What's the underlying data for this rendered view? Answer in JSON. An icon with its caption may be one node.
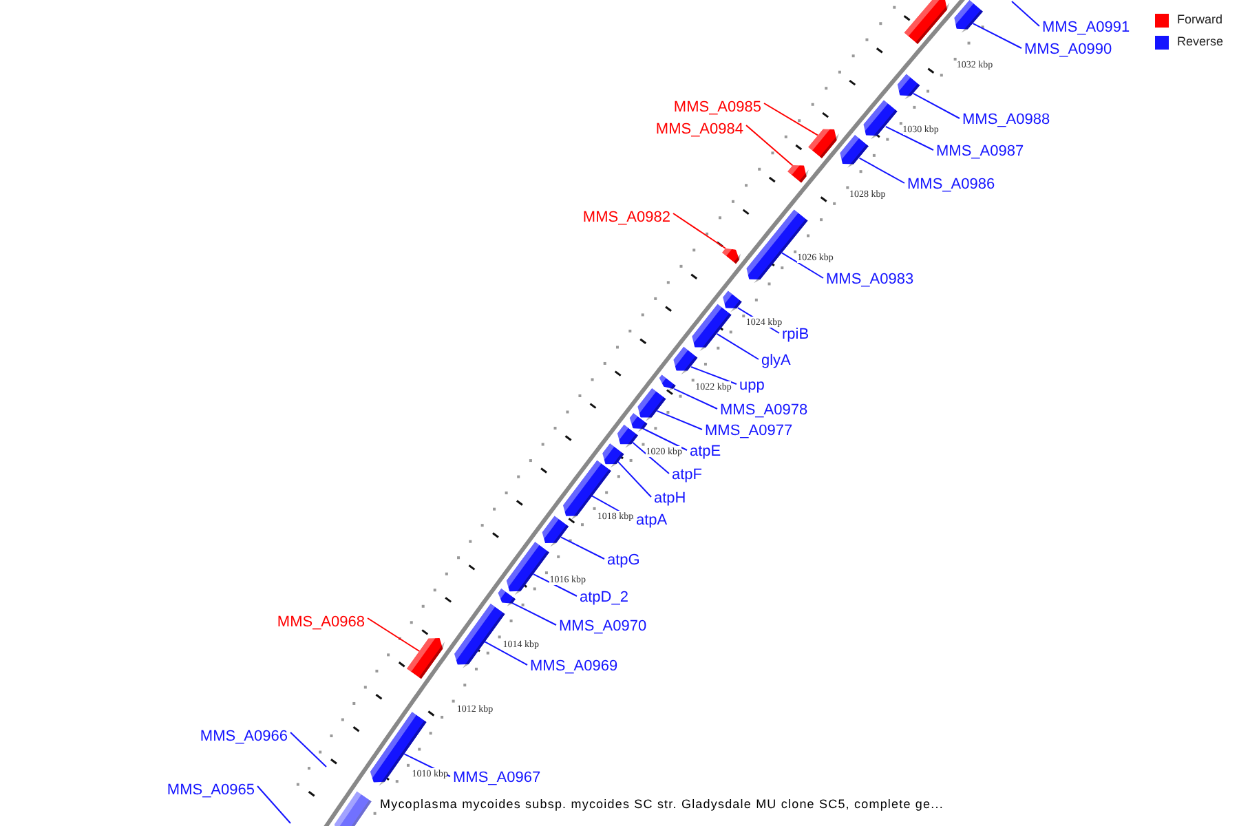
{
  "diagram": {
    "caption": "Mycoplasma mycoides subsp. mycoides SC str. Gladysdale MU clone SC5, complete ge...",
    "nodes": [
      {
        "text": [
          "MMS_A0991"
        ]
      },
      {
        "text": [
          "MMS_A0990"
        ]
      },
      {
        "text": [
          "MMS_A0985"
        ]
      },
      {
        "text": [
          "MMS_A0988"
        ]
      },
      {
        "text": [
          "MMS_A0984"
        ]
      },
      {
        "text": [
          "MMS_A0987"
        ]
      },
      {
        "text": [
          "MMS_A0986"
        ]
      },
      {
        "text": [
          "MMS_A0982"
        ]
      },
      {
        "text": [
          "MMS_A0983"
        ]
      },
      {
        "text": [
          "rpiB"
        ]
      },
      {
        "text": [
          "glyA"
        ]
      },
      {
        "text": [
          "upp"
        ]
      },
      {
        "text": [
          "MMS_A0978"
        ]
      },
      {
        "text": [
          "MMS_A0977"
        ]
      },
      {
        "text": [
          "atpE"
        ]
      },
      {
        "text": [
          "atpF"
        ]
      },
      {
        "text": [
          "atpH"
        ]
      },
      {
        "text": [
          "atpA"
        ]
      },
      {
        "text": [
          "atpG"
        ]
      },
      {
        "text": [
          "atpD_2"
        ]
      },
      {
        "text": [
          "MMS_A0968"
        ]
      },
      {
        "text": [
          "MMS_A0970"
        ]
      },
      {
        "text": [
          "MMS_A0969"
        ]
      },
      {
        "text": [
          "MMS_A0966"
        ]
      },
      {
        "text": [
          "MMS_A0967"
        ]
      },
      {
        "text": [
          "MMS_A0965"
        ]
      },
      {
        "text": [],
        "shape": "bar"
      },
      {
        "text": [],
        "shape": "bar"
      },
      {
        "text": [],
        "shape": "bar"
      },
      {
        "text": [],
        "shape": "bar"
      },
      {
        "text": [],
        "shape": "bar"
      },
      {
        "text": [],
        "shape": "bar"
      },
      {
        "text": [],
        "shape": "bar"
      },
      {
        "text": [],
        "shape": "bar"
      },
      {
        "text": [],
        "shape": "bar"
      },
      {
        "text": [],
        "shape": "bar"
      },
      {
        "text": [],
        "shape": "bar"
      },
      {
        "text": [],
        "shape": "bar"
      },
      {
        "text": [],
        "shape": "bar"
      },
      {
        "text": [],
        "shape": "bar"
      },
      {
        "text": [],
        "shape": "bar"
      },
      {
        "text": [],
        "shape": "bar"
      },
      {
        "text": [],
        "shape": "bar"
      },
      {
        "text": [],
        "shape": "bar"
      },
      {
        "text": [],
        "shape": "bar"
      },
      {
        "text": [],
        "shape": "bar"
      },
      {
        "text": [],
        "shape": "bar"
      },
      {
        "text": [],
        "shape": "bar"
      },
      {
        "text": [],
        "shape": "bar"
      },
      {
        "text": [],
        "shape": "bar"
      },
      {
        "text": [],
        "shape": "bar"
      }
    ],
    "edges": [
      {
        "from": 0,
        "to": null,
        "arrow": "none"
      },
      {
        "from": 1,
        "to": 26,
        "arrow": "none"
      },
      {
        "from": 2,
        "to": 31,
        "arrow": "none",
        "color": "#ff0000"
      },
      {
        "from": 3,
        "to": 28,
        "arrow": "none"
      },
      {
        "from": 4,
        "to": 32,
        "arrow": "none",
        "color": "#ff0000"
      },
      {
        "from": 5,
        "to": 29,
        "arrow": "none"
      },
      {
        "from": 6,
        "to": 30,
        "arrow": "none"
      },
      {
        "from": 7,
        "to": 34,
        "arrow": "none",
        "color": "#ff0000"
      },
      {
        "from": 8,
        "to": 33,
        "arrow": "none"
      },
      {
        "from": 9,
        "to": 35,
        "arrow": "none"
      },
      {
        "from": 10,
        "to": 36,
        "arrow": "none"
      },
      {
        "from": 11,
        "to": 37,
        "arrow": "none"
      },
      {
        "from": 12,
        "to": 38,
        "arrow": "none"
      },
      {
        "from": 13,
        "to": 39,
        "arrow": "none"
      },
      {
        "from": 14,
        "to": 40,
        "arrow": "none"
      },
      {
        "from": 15,
        "to": 41,
        "arrow": "none"
      },
      {
        "from": 16,
        "to": 42,
        "arrow": "none"
      },
      {
        "from": 17,
        "to": 43,
        "arrow": "none"
      },
      {
        "from": 18,
        "to": 44,
        "arrow": "none"
      },
      {
        "from": 19,
        "to": 45,
        "arrow": "none"
      },
      {
        "from": 20,
        "to": 47,
        "arrow": "none",
        "color": "#ff0000"
      },
      {
        "from": 21,
        "to": 46,
        "arrow": "none"
      },
      {
        "from": 22,
        "to": 48,
        "arrow": "none"
      },
      {
        "from": 23,
        "to": null,
        "arrow": "none"
      },
      {
        "from": 24,
        "to": 49,
        "arrow": "none"
      },
      {
        "from": 25,
        "to": null,
        "arrow": "none"
      }
    ],
    "labels": [
      "1032 kbp",
      "1030 kbp",
      "1028 kbp",
      "1026 kbp",
      "1024 kbp",
      "1022 kbp",
      "1020 kbp",
      "1018 kbp",
      "1016 kbp",
      "1014 kbp",
      "1012 kbp",
      "1010 kbp"
    ],
    "legend": [
      {
        "text": "Forward",
        "color": "#ff0000"
      },
      {
        "text": "Reverse",
        "color": "#1414ff"
      }
    ]
  }
}
